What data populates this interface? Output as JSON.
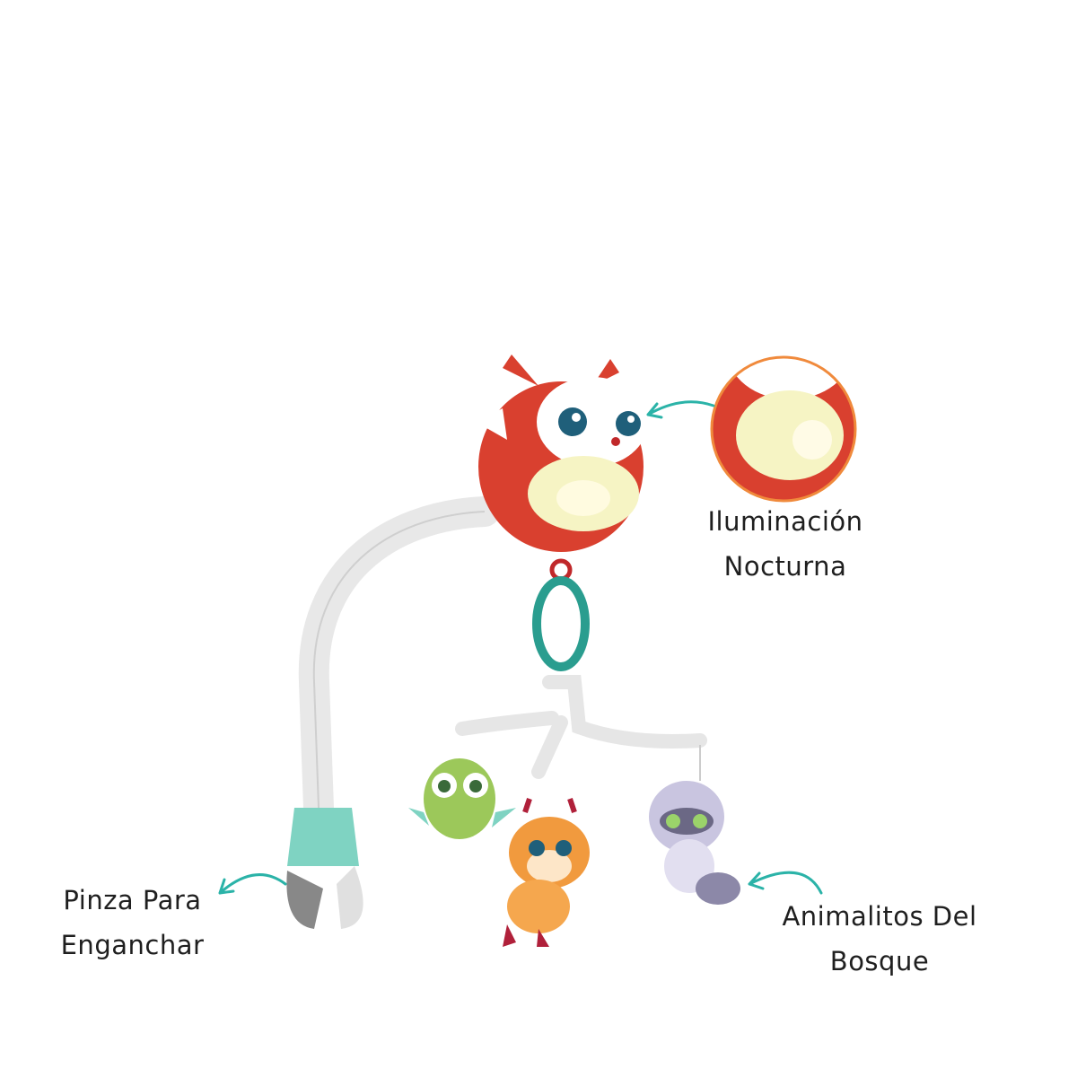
{
  "labels": {
    "night_light": {
      "line1": "Iluminación",
      "line2": "Nocturna"
    },
    "clip": {
      "line1": "Pinza Para",
      "line2": "Enganchar"
    },
    "animals": {
      "line1": "Animalitos Del",
      "line2": "Bosque"
    }
  },
  "colors": {
    "arrow": "#2bb3a8",
    "fox_red": "#d9402f",
    "inset_border": "#f08a3c",
    "clip_teal": "#7fd3c2"
  }
}
